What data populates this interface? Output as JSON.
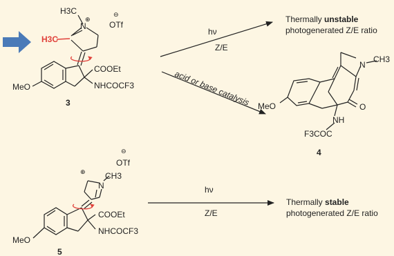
{
  "panel": {
    "background": "#fdf6e3",
    "accent_red": "#e0403a",
    "arrow_blue": "#4a7ab8"
  },
  "compound3": {
    "number": "3",
    "n_methyl": "H3C",
    "n_label": "N",
    "plus": "⊕",
    "counterion_charge": "⊖",
    "counterion": "OTf",
    "methyl_highlight": "H3C",
    "ester": "COOEt",
    "amide": "NHCOCF3",
    "methoxy": "MeO"
  },
  "reaction_top": {
    "condition_above": "hν",
    "condition_below": "Z/E",
    "result_line1_prefix": "Thermally ",
    "result_line1_bold": "unstable",
    "result_line2": "photogenerated Z/E ratio"
  },
  "reaction_cat": {
    "condition": "acid or base catalysis"
  },
  "compound4": {
    "number": "4",
    "n_label": "N",
    "n_methyl": "CH3",
    "nh": "NH",
    "oxo": "O",
    "amide": "F3COC",
    "methoxy": "MeO"
  },
  "compound5": {
    "number": "5",
    "plus": "⊕",
    "n_label": "N",
    "n_methyl": "CH3",
    "counterion_charge": "⊖",
    "counterion": "OTf",
    "ester": "COOEt",
    "amide": "NHCOCF3",
    "methoxy": "MeO"
  },
  "reaction_bottom": {
    "condition_above": "hν",
    "condition_below": "Z/E",
    "result_line1_prefix": "Thermally ",
    "result_line1_bold": "stable",
    "result_line2": "photogenerated Z/E ratio"
  }
}
